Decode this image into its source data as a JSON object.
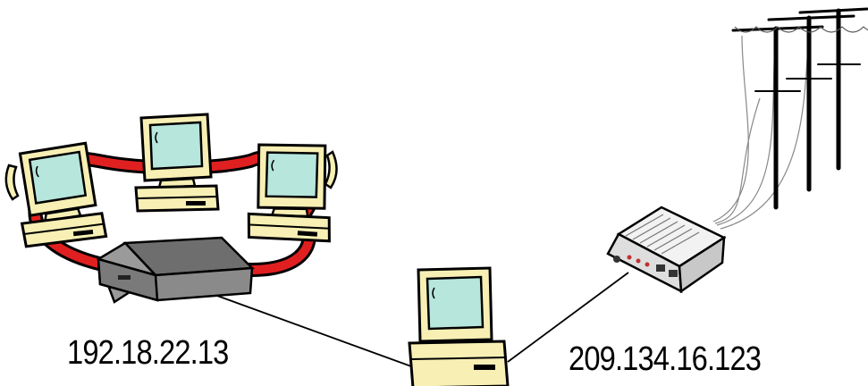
{
  "diagram": {
    "labels": {
      "lan_ip": "192.18.22.13",
      "wan_ip": "209.134.16.123"
    },
    "nodes": [
      {
        "id": "lan-computer-left",
        "icon": "desktop-computer-icon"
      },
      {
        "id": "lan-computer-center",
        "icon": "desktop-computer-icon"
      },
      {
        "id": "lan-computer-right",
        "icon": "desktop-computer-icon"
      },
      {
        "id": "network-hub",
        "icon": "hub-icon"
      },
      {
        "id": "router-computer",
        "icon": "desktop-computer-icon"
      },
      {
        "id": "modem",
        "icon": "modem-icon"
      },
      {
        "id": "utility-poles",
        "icon": "utility-pole-icon"
      }
    ],
    "colors": {
      "ring": "#e02020",
      "monitor_body": "#f7efb4",
      "screen": "#b6e6dc",
      "hub": "#8a8a8a",
      "modem": "#e8e8e8"
    }
  }
}
